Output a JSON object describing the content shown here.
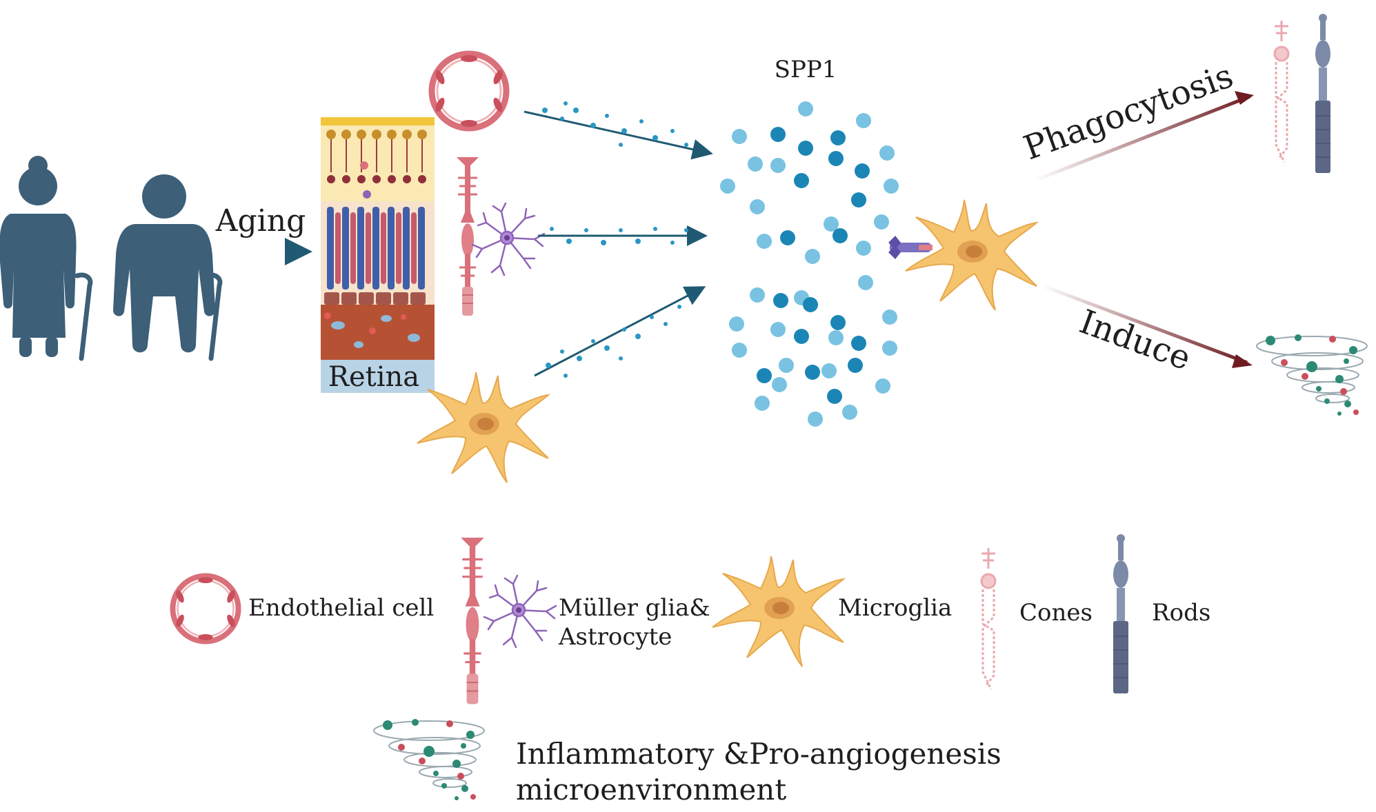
{
  "labels": {
    "aging": "Aging",
    "retina": "Retina",
    "spp1": "SPP1",
    "phagocytosis": "Phagocytosis",
    "induce": "Induce"
  },
  "legend": {
    "endothelial": "Endothelial cell",
    "muller_line1": "Müller glia&",
    "muller_line2": "Astrocyte",
    "microglia": "Microglia",
    "cones": "Cones",
    "rods": "Rods",
    "micro_line1": "Inflammatory &Pro-angiogenesis",
    "micro_line2": "microenvironment"
  },
  "colors": {
    "person": "#3d5f78",
    "arrow_teal": "#1f5a72",
    "arrow_maroon": "#6e1c22",
    "dot_dark": "#1b86b5",
    "dot_light": "#79c2e2",
    "microglia": "#f6c46f",
    "endothelial": "#d9707a",
    "astrocyte": "#8e63b8",
    "cone": "#e9a8ad",
    "rod": "#7c8aa8"
  }
}
